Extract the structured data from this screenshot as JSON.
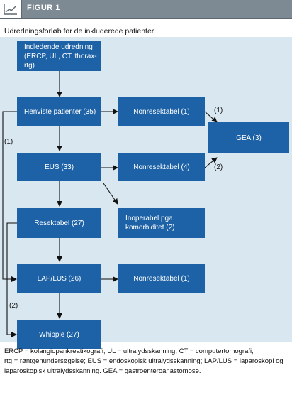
{
  "header": {
    "title": "FIGUR 1",
    "icon": "line-chart-icon"
  },
  "subtitle": "Udredningsforløb for de inkluderede patienter.",
  "boxes": {
    "initial_line1": "Indledende udredning",
    "initial_line2": "(ERCP, UL, CT, thorax-rtg)",
    "referred": "Henviste patienter (35)",
    "nonres1": "Nonresektabel (1)",
    "gea": "GEA (3)",
    "eus": "EUS (33)",
    "nonres2": "Nonresektabel (4)",
    "inop_line1": "Inoperabel pga.",
    "inop_line2": "komorbiditet (2)",
    "resectable": "Resektabel (27)",
    "lapus": "LAP/LUS (26)",
    "nonres3": "Nonresektabel (1)",
    "whipple": "Whipple (27)"
  },
  "labels": {
    "l1_top": "(1)",
    "l1_bottom": "(2)",
    "left1": "(1)",
    "left2": "(2)"
  },
  "footnote": {
    "line1": "ERCP = kolangiopankreatikografi; UL = ultralydsskanning; CT = computertomografi;",
    "line2": "rtg = røntgenundersøgelse; EUS = endoskopisk ultralydsskanning; LAP/LUS = laparoskopi og",
    "line3": "laparoskopisk ultralydsskanning. GEA = gastroenteroanastomose."
  },
  "colors": {
    "box": "#1d62a6",
    "panel": "#d9e7f0",
    "header": "#7d8a94"
  }
}
